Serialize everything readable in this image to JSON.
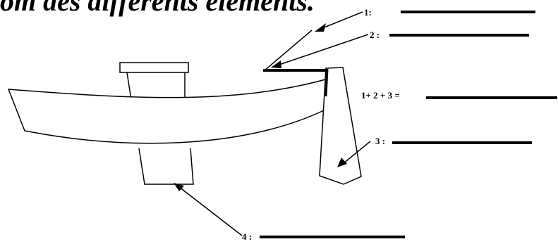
{
  "title": "om des différents éléments.",
  "labels": {
    "l1": "1:",
    "l2": "2 :",
    "l3": "3 :",
    "l4": "4 :",
    "sum": "1+ 2 + 3 ="
  },
  "colors": {
    "ink": "#000000",
    "paper": "#ffffff"
  }
}
